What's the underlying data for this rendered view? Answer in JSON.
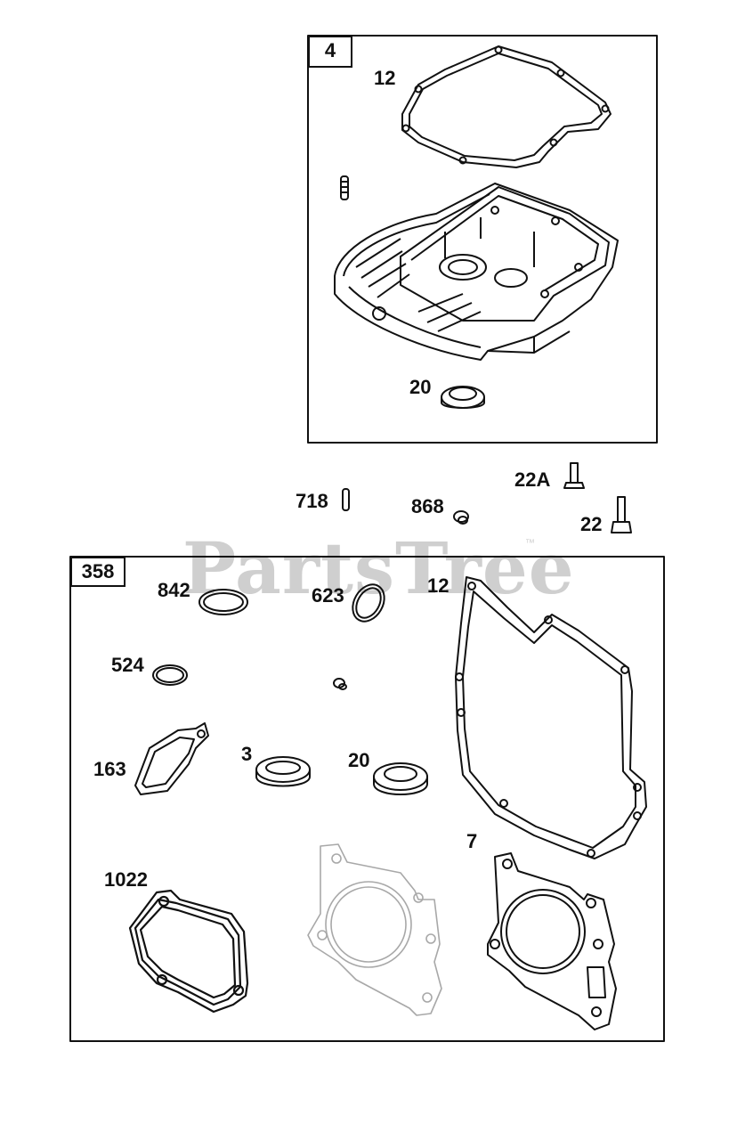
{
  "watermark": {
    "text": "PartsTree",
    "tm": "™"
  },
  "boxes": {
    "box_4": {
      "number": "4"
    },
    "box_358": {
      "number": "358"
    }
  },
  "callouts": {
    "c12_top": "12",
    "c20_top": "20",
    "c22A": "22A",
    "c718": "718",
    "c868": "868",
    "c22": "22",
    "c842": "842",
    "c623": "623",
    "c12_kit": "12",
    "c524": "524",
    "c163": "163",
    "c3": "3",
    "c20_kit": "20",
    "c7": "7",
    "c1022": "1022"
  }
}
